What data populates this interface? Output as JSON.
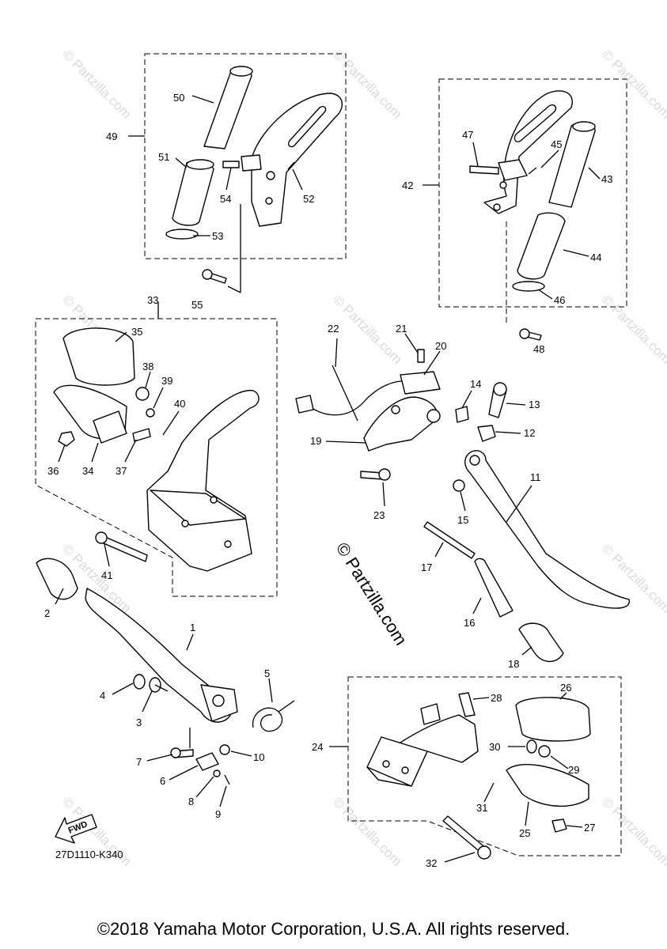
{
  "watermark": "© Partzilla.com",
  "diagram_code": "27D1110-K340",
  "fwd_label": "FWD",
  "copyright": "©2018 Yamaha Motor Corporation, U.S.A. All rights reserved.",
  "callouts": [
    {
      "id": "1",
      "label": "1"
    },
    {
      "id": "2",
      "label": "2"
    },
    {
      "id": "3",
      "label": "3"
    },
    {
      "id": "4",
      "label": "4"
    },
    {
      "id": "5",
      "label": "5"
    },
    {
      "id": "6",
      "label": "6"
    },
    {
      "id": "7",
      "label": "7"
    },
    {
      "id": "8",
      "label": "8"
    },
    {
      "id": "9",
      "label": "9"
    },
    {
      "id": "10",
      "label": "10"
    },
    {
      "id": "11",
      "label": "11"
    },
    {
      "id": "12",
      "label": "12"
    },
    {
      "id": "13",
      "label": "13"
    },
    {
      "id": "14",
      "label": "14"
    },
    {
      "id": "15",
      "label": "15"
    },
    {
      "id": "16",
      "label": "16"
    },
    {
      "id": "17",
      "label": "17"
    },
    {
      "id": "18",
      "label": "18"
    },
    {
      "id": "19",
      "label": "19"
    },
    {
      "id": "20",
      "label": "20"
    },
    {
      "id": "21",
      "label": "21"
    },
    {
      "id": "22",
      "label": "22"
    },
    {
      "id": "23",
      "label": "23"
    },
    {
      "id": "24",
      "label": "24"
    },
    {
      "id": "25",
      "label": "25"
    },
    {
      "id": "26",
      "label": "26"
    },
    {
      "id": "27",
      "label": "27"
    },
    {
      "id": "28",
      "label": "28"
    },
    {
      "id": "29",
      "label": "29"
    },
    {
      "id": "30",
      "label": "30"
    },
    {
      "id": "31",
      "label": "31"
    },
    {
      "id": "32",
      "label": "32"
    },
    {
      "id": "33",
      "label": "33"
    },
    {
      "id": "34",
      "label": "34"
    },
    {
      "id": "35",
      "label": "35"
    },
    {
      "id": "36",
      "label": "36"
    },
    {
      "id": "37",
      "label": "37"
    },
    {
      "id": "38",
      "label": "38"
    },
    {
      "id": "39",
      "label": "39"
    },
    {
      "id": "40",
      "label": "40"
    },
    {
      "id": "41",
      "label": "41"
    },
    {
      "id": "42",
      "label": "42"
    },
    {
      "id": "43",
      "label": "43"
    },
    {
      "id": "44",
      "label": "44"
    },
    {
      "id": "45",
      "label": "45"
    },
    {
      "id": "46",
      "label": "46"
    },
    {
      "id": "47",
      "label": "47"
    },
    {
      "id": "48",
      "label": "48"
    },
    {
      "id": "49",
      "label": "49"
    },
    {
      "id": "50",
      "label": "50"
    },
    {
      "id": "51",
      "label": "51"
    },
    {
      "id": "52",
      "label": "52"
    },
    {
      "id": "53",
      "label": "53"
    },
    {
      "id": "54",
      "label": "54"
    },
    {
      "id": "55",
      "label": "55"
    }
  ]
}
